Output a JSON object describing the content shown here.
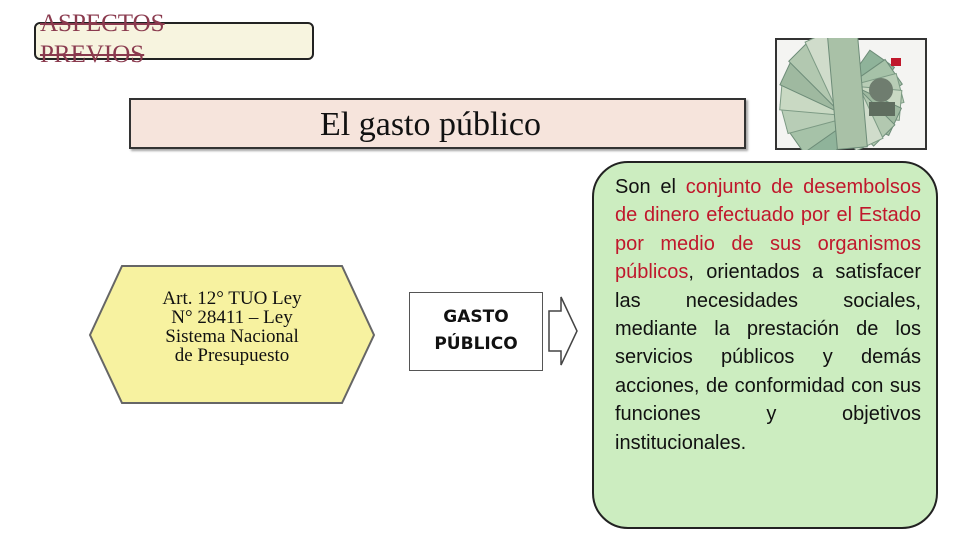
{
  "header": {
    "tag_line1": "ASPECTOS",
    "tag_line2": "PREVIOS"
  },
  "title": "El gasto público",
  "image": {
    "description_icon": "money-banknotes-photo"
  },
  "hexagon": {
    "line1": "Art. 12° TUO Ley",
    "line2": "N° 28411 – Ley",
    "line3": "Sistema Nacional",
    "line4": "de Presupuesto"
  },
  "center_box": {
    "line1": "GASTO",
    "line2": "PÚBLICO"
  },
  "definition": {
    "part1": "Son el ",
    "highlight1": "conjunto de desembolsos de dinero efectuado por el Estado por medio de sus organismos públicos",
    "part2": ", orientados a satisfacer las necesidades sociales, mediante la prestación de los servicios públicos y demás acciones, de conformidad con sus funciones y objetivos institucionales."
  },
  "colors": {
    "hexagon_fill": "#f7f2a0",
    "definition_fill": "#ccedc0",
    "title_fill": "#f6e4dc",
    "highlight": "#c0182c",
    "tag_text": "#8a3a4e"
  }
}
